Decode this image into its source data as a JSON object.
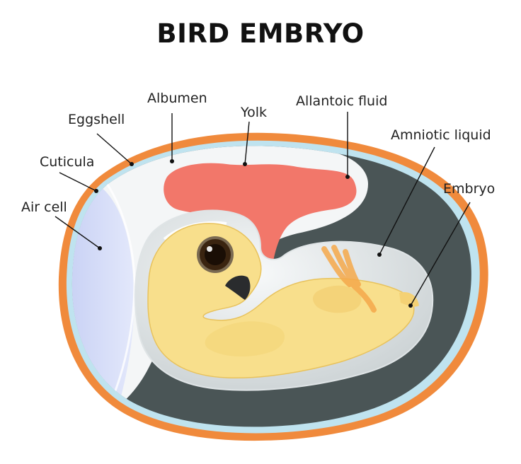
{
  "title": "BIRD EMBRYO",
  "labels": {
    "albumen": "Albumen",
    "yolk": "Yolk",
    "allantoic_fluid": "Allantoic fluid",
    "eggshell": "Eggshell",
    "amniotic_liquid": "Amniotic liquid",
    "cuticula": "Cuticula",
    "embryo": "Embryo",
    "air_cell": "Air cell"
  },
  "colors": {
    "shell": "#f08a3c",
    "membrane": "#bfe3ef",
    "allantois": "#4a5556",
    "albumen": "#f4f6f7",
    "air_cell": "#cdd6f6",
    "yolk": "#f2776a",
    "embryo": "#f8df8c",
    "amnion": "#e6eaeb"
  }
}
